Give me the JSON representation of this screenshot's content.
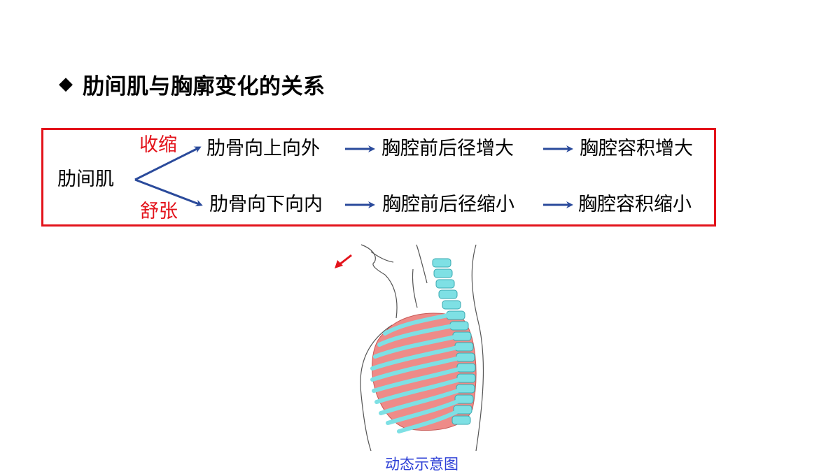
{
  "title": {
    "bullet": "◆",
    "text": "肋间肌与胸廓变化的关系"
  },
  "relation": {
    "source": "肋间肌",
    "upper": {
      "action": "收缩",
      "step1": "肋骨向上向外",
      "step2": "胸腔前后径增大",
      "step3": "胸腔容积增大"
    },
    "lower": {
      "action": "舒张",
      "step1": "肋骨向下向内",
      "step2": "胸腔前后径缩小",
      "step3": "胸腔容积缩小"
    }
  },
  "figure": {
    "caption": "动态示意图",
    "rib_color": "#7ee0e4",
    "lung_color": "#ee8b88",
    "arrow_color": "#e3131b"
  },
  "colors": {
    "box_border": "#e3131b",
    "flow_arrow": "#2a4a9b",
    "action_text": "#e3131b",
    "caption": "#2d3fd6"
  }
}
